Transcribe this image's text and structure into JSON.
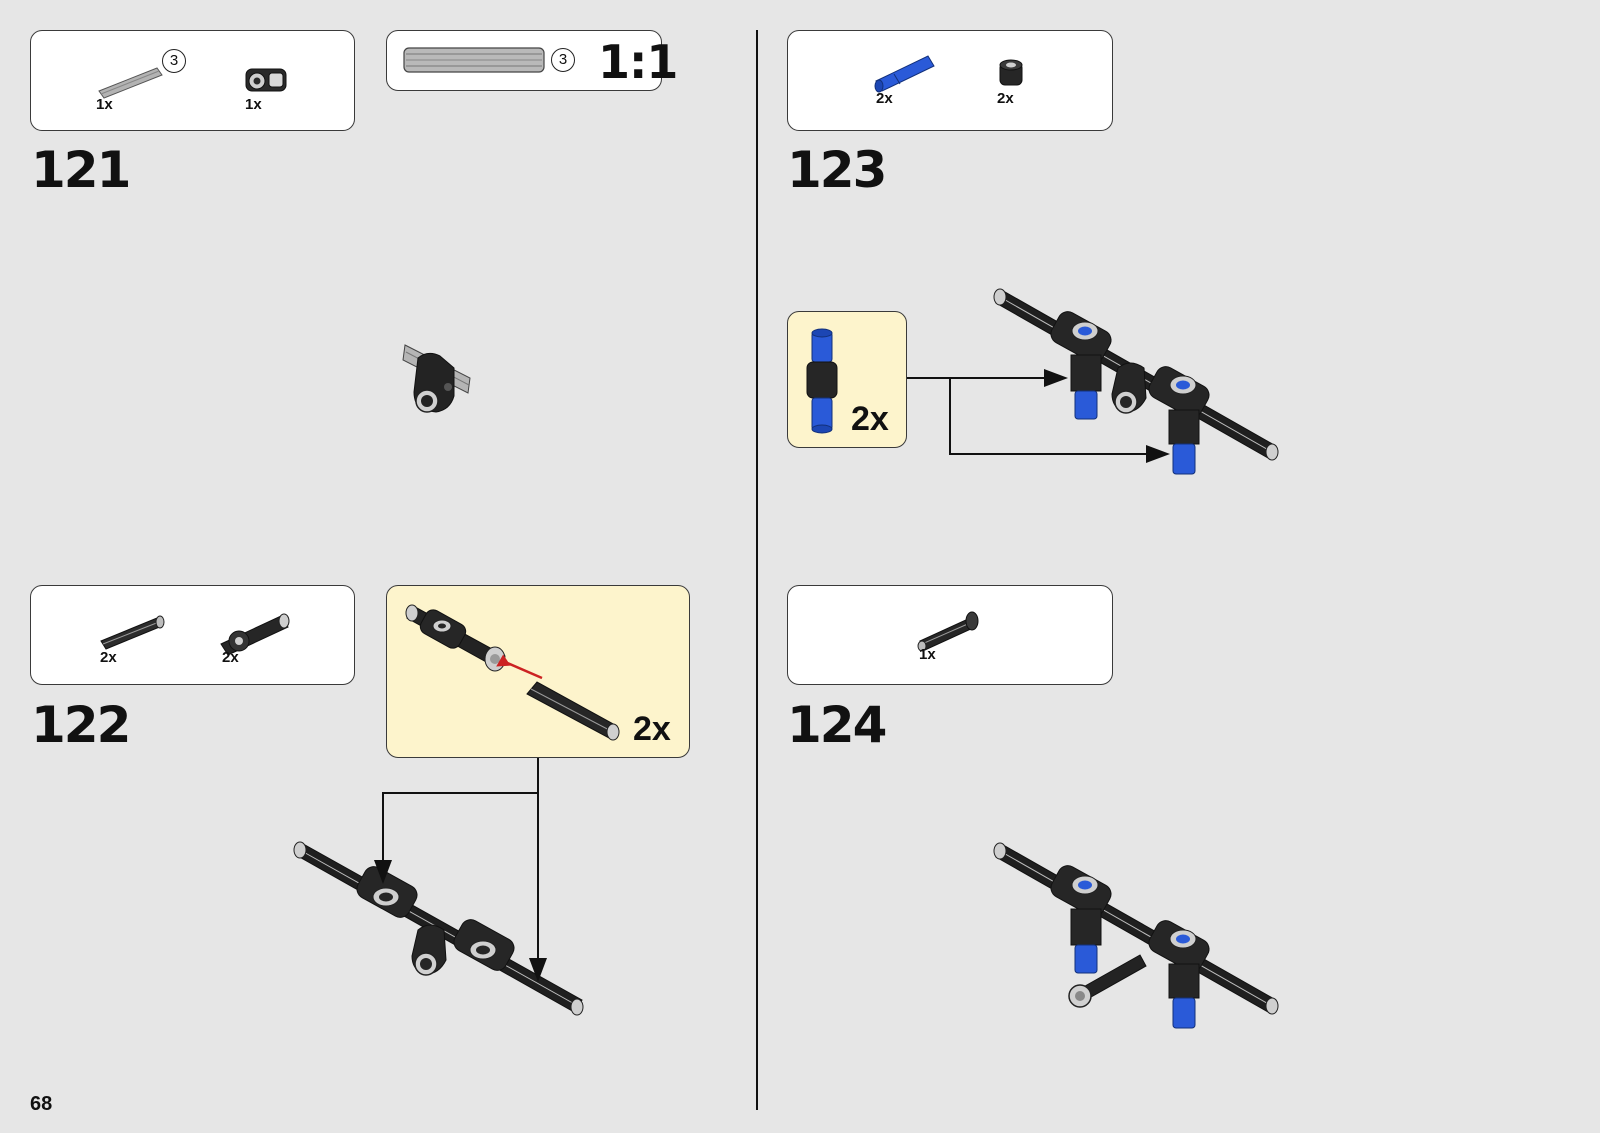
{
  "page_number": "68",
  "scale": {
    "label": "1:1",
    "count": "3"
  },
  "steps": [
    {
      "number": "121",
      "parts": [
        {
          "name": "axle-3-grey",
          "qty": "1x",
          "size": "3"
        },
        {
          "name": "cross-block-dark",
          "qty": "1x"
        }
      ],
      "callout_size": "3"
    },
    {
      "number": "122",
      "parts": [
        {
          "name": "axle-pin-dark",
          "qty": "2x"
        },
        {
          "name": "connector-dark",
          "qty": "2x"
        }
      ],
      "callout_qty": "2x"
    },
    {
      "number": "123",
      "parts": [
        {
          "name": "pin-blue-long",
          "qty": "2x"
        },
        {
          "name": "bush-black",
          "qty": "2x"
        }
      ],
      "callout_qty": "2x"
    },
    {
      "number": "124",
      "parts": [
        {
          "name": "axle-pin-black",
          "qty": "1x"
        }
      ]
    }
  ],
  "colors": {
    "background": "#e6e6e6",
    "callout": "#fdf4cc",
    "part_black": "#1e1e1e",
    "part_blue": "#2a5ad8",
    "part_grey": "#a9a9a9",
    "arrow_red": "#cc2222"
  }
}
